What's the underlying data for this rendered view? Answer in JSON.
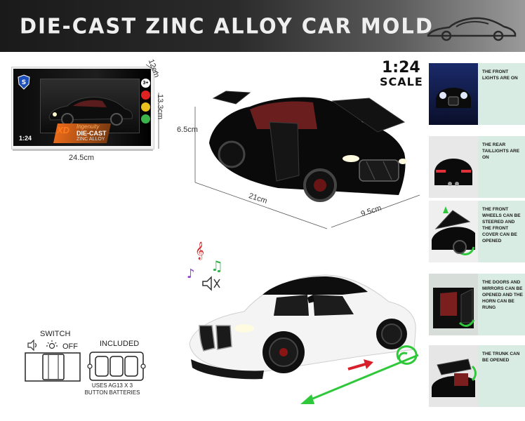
{
  "header": {
    "title": "DIE-CAST ZINC ALLOY CAR MOLD"
  },
  "box": {
    "brand_script": "Ingenuity",
    "brand_line1": "DIE-CAST",
    "brand_line2": "ZINC ALLOY",
    "scale_badge": "1:24",
    "age_badge": "3+",
    "width_dim": "24.5cm",
    "height_dim": "13.3cm",
    "depth_dim": "12cm"
  },
  "scale": {
    "value": "1:24",
    "label": "SCALE"
  },
  "car_dims": {
    "height": "6.5cm",
    "length": "21cm",
    "width": "9.5cm"
  },
  "features": [
    {
      "text": "THE FRONT LIGHTS ARE ON"
    },
    {
      "text": "THE REAR TAILLIGHTS ARE ON"
    },
    {
      "text": "THE FRONT WHEELS CAN BE STEERED AND THE FRONT COVER CAN BE OPENED"
    },
    {
      "text": "THE DOORS AND MIRRORS CAN BE OPENED AND THE HORN CAN BE RUNG"
    },
    {
      "text": "THE TRUNK CAN BE OPENED"
    }
  ],
  "switch": {
    "label": "SWITCH",
    "off_label": "OFF"
  },
  "included": {
    "label": "INCLUDED",
    "note": "USES AG13 X 3 BUTTON BATTERIES"
  },
  "colors": {
    "panel_green": "#d9ece3",
    "music_red": "#d62a2a",
    "music_green": "#2fb24a",
    "music_purple": "#8b3ad6",
    "swirl_green": "#2fc83a",
    "arrow_red": "#d8202a"
  }
}
